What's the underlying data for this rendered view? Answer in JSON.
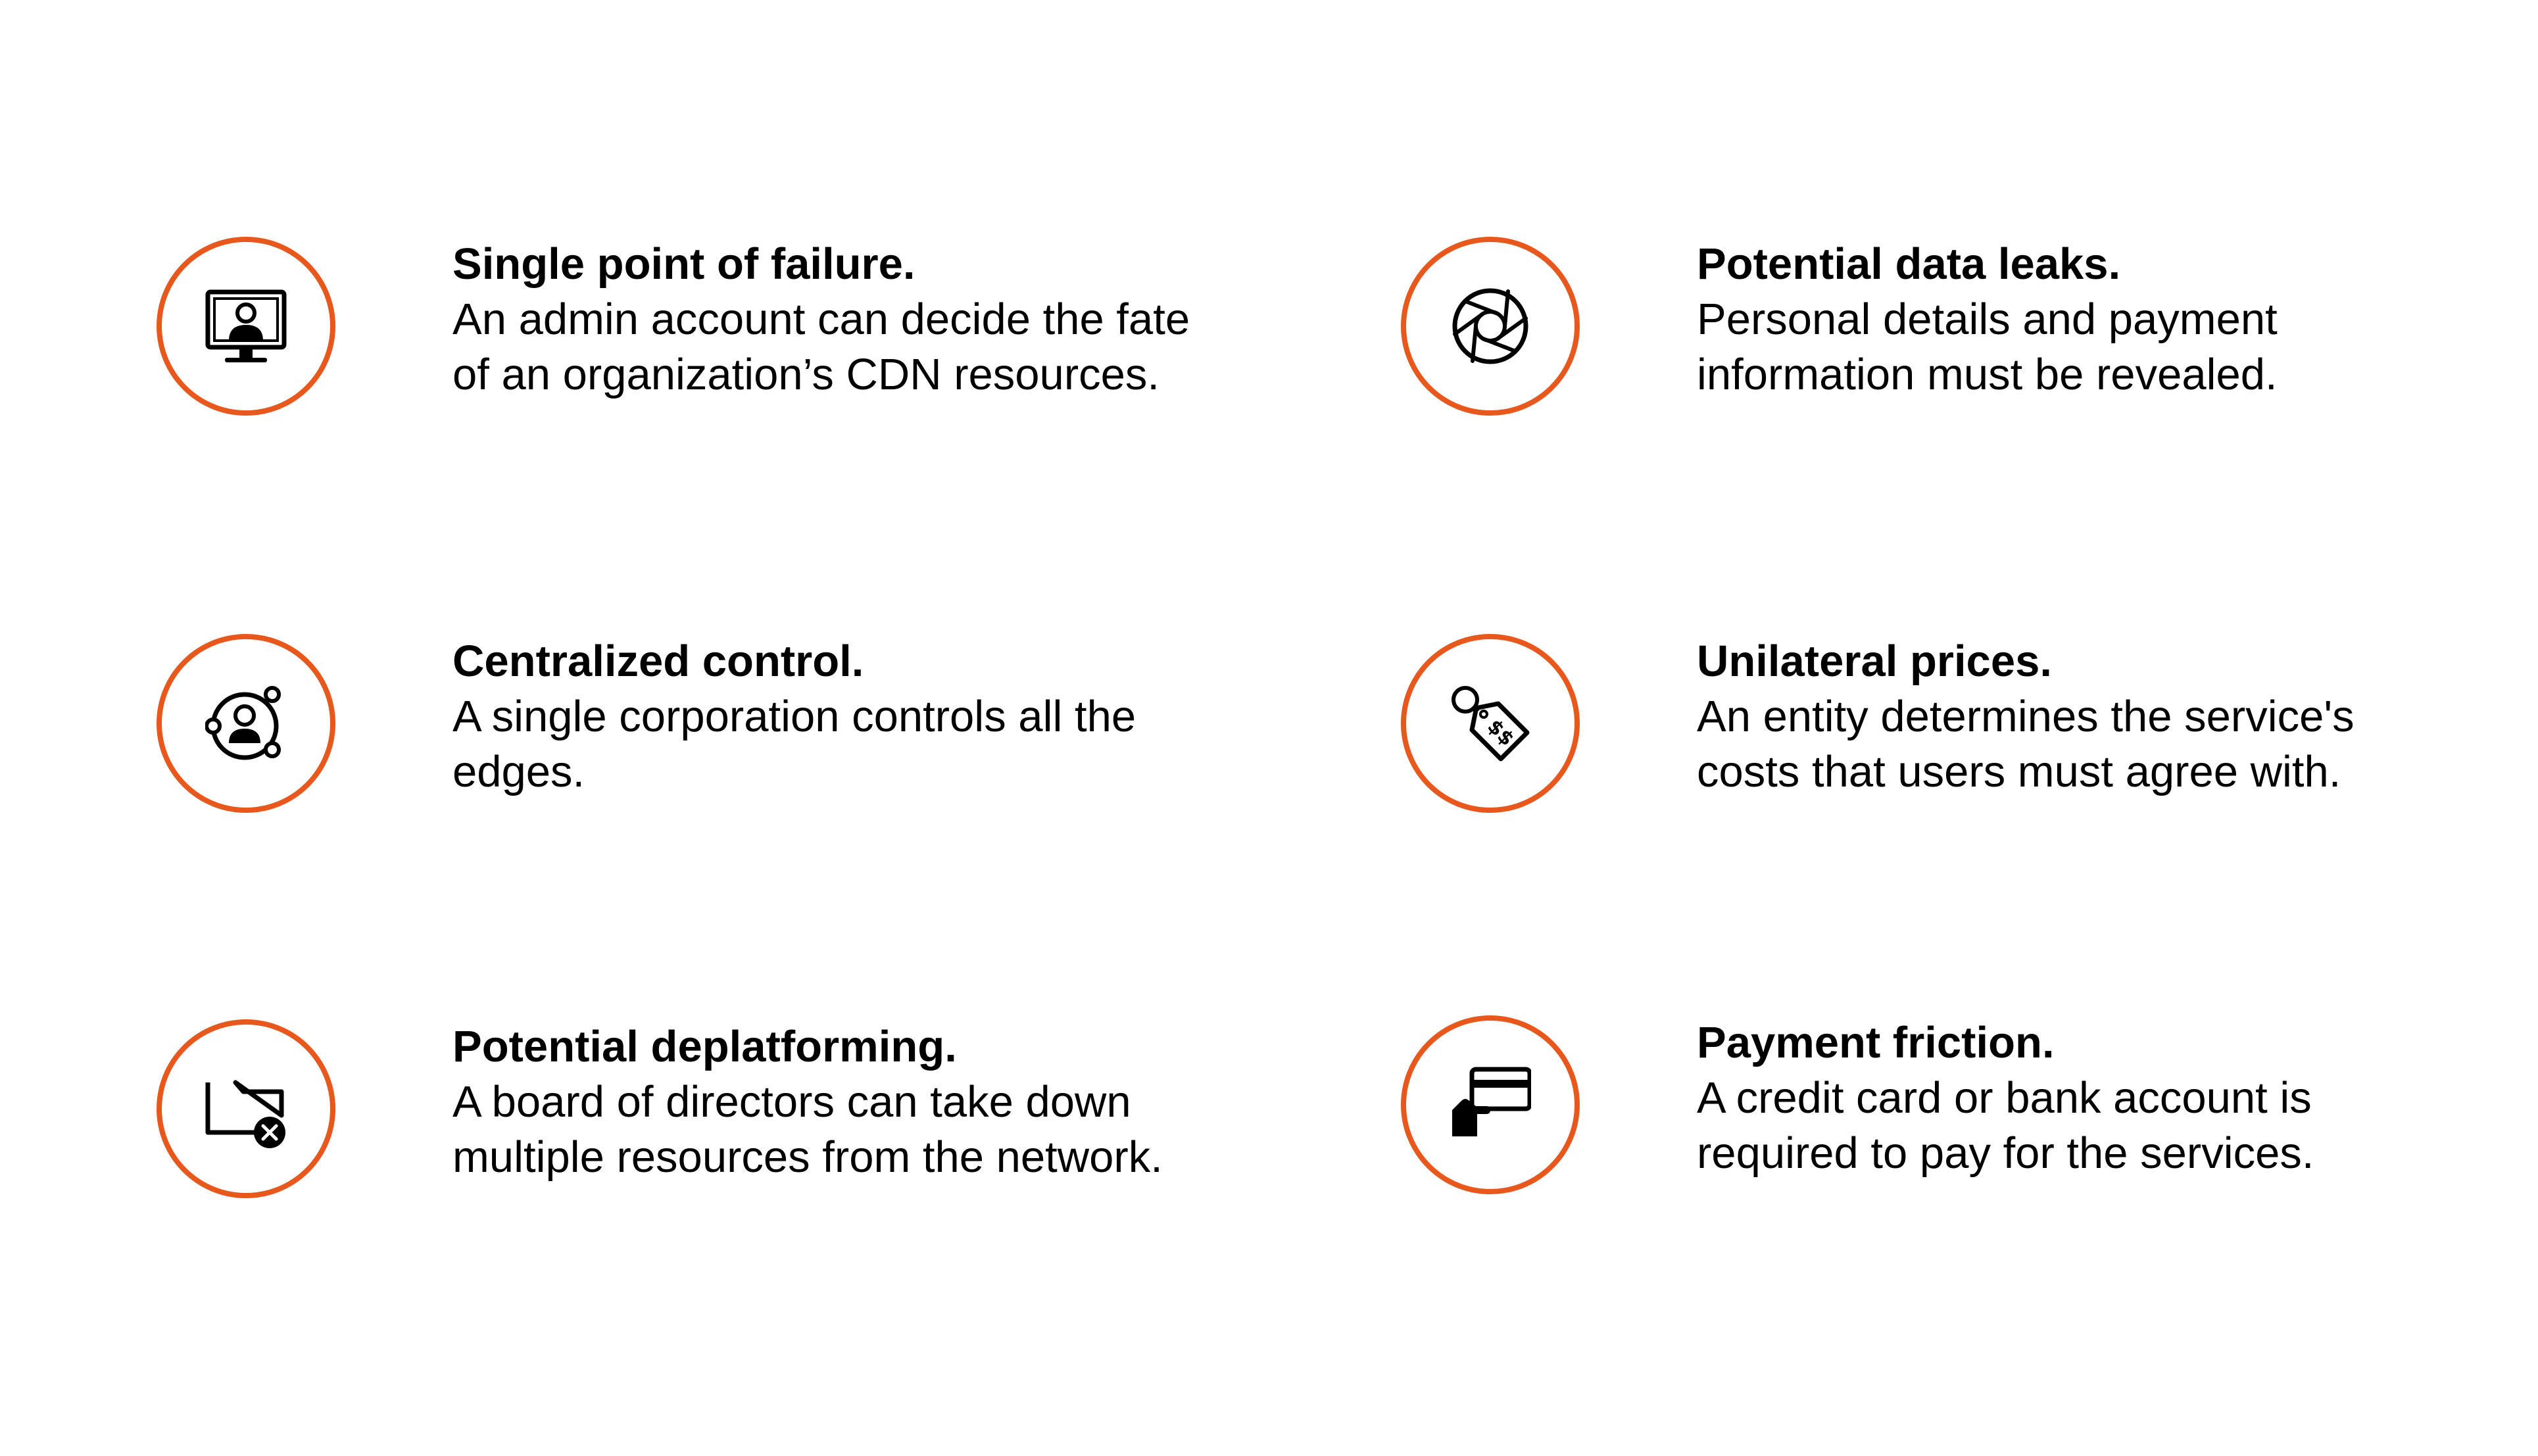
{
  "accent_color": "#E8571C",
  "items": [
    {
      "icon": "monitor-user-icon",
      "title": "Single point of failure.",
      "description": "An admin account can decide the fate of an organization’s CDN resources."
    },
    {
      "icon": "camera-aperture-icon",
      "title": "Potential data leaks.",
      "description": "Personal details and payment information must be revealed."
    },
    {
      "icon": "user-network-icon",
      "title": "Centralized control.",
      "description": "A single corporation controls all the edges."
    },
    {
      "icon": "price-tag-icon",
      "title": "Unilateral prices.",
      "description": "An entity determines the service's costs that users must agree with."
    },
    {
      "icon": "folder-remove-icon",
      "title": "Potential deplatforming.",
      "description": "A board of directors can take down multiple resources from the network."
    },
    {
      "icon": "hand-credit-card-icon",
      "title": "Payment friction.",
      "description": "A credit card or bank account is required to pay for the services."
    }
  ]
}
